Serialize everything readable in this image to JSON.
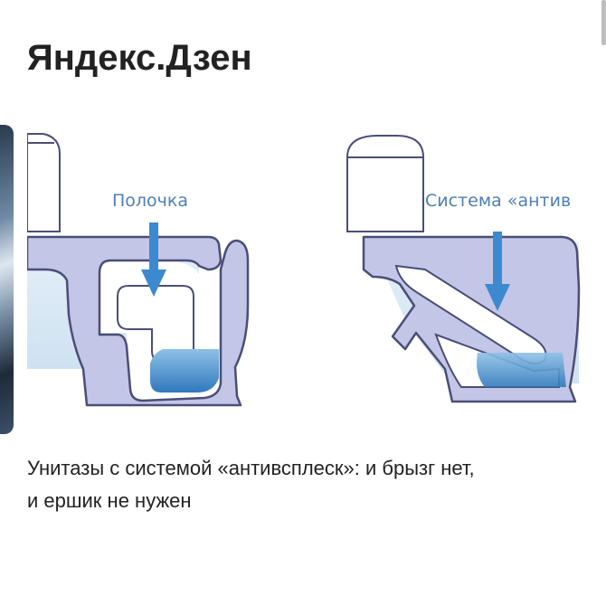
{
  "header": {
    "brand": "Яндекс.Дзен"
  },
  "article": {
    "image": {
      "left_label": "Полочка",
      "right_label": "Система «антив"
    },
    "caption_line1": "Унитазы с системой «антивсплеск»: и брызг нет,",
    "caption_line2": "и ершик не нужен"
  },
  "colors": {
    "bowl_fill": "#c3c6e6",
    "bowl_stroke": "#4a4e78",
    "arrow": "#3d89d0",
    "label": "#4d7fb6",
    "water_light": "#dcebf6",
    "water_dark": "#3f86c8"
  }
}
